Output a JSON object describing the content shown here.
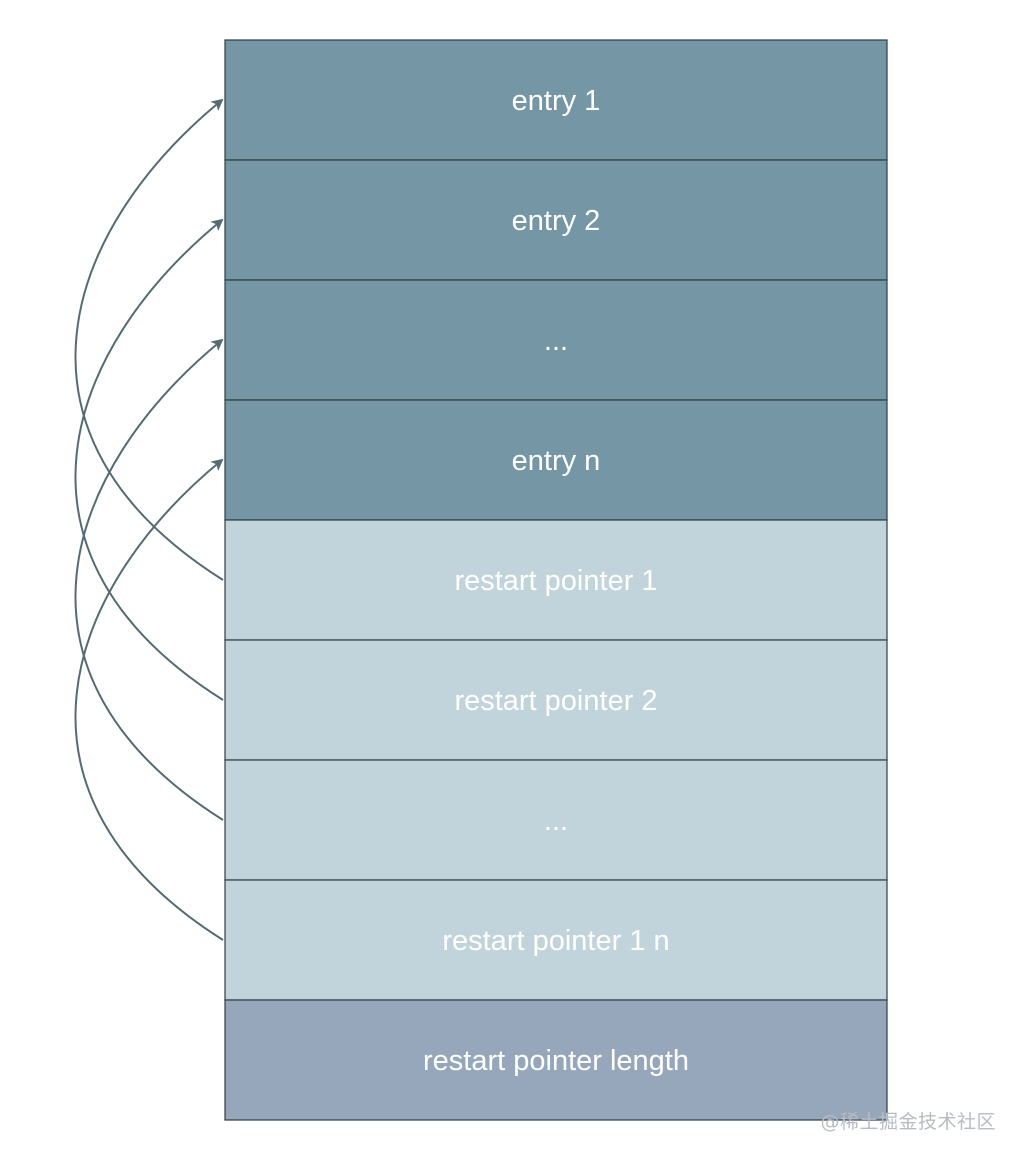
{
  "blocks": [
    {
      "label": "entry 1",
      "kind": "entry"
    },
    {
      "label": "entry 2",
      "kind": "entry"
    },
    {
      "label": "...",
      "kind": "entry"
    },
    {
      "label": "entry n",
      "kind": "entry"
    },
    {
      "label": "restart pointer 1",
      "kind": "restart"
    },
    {
      "label": "restart pointer 2",
      "kind": "restart"
    },
    {
      "label": "...",
      "kind": "restart"
    },
    {
      "label": "restart pointer 1 n",
      "kind": "restart"
    },
    {
      "label": "restart pointer length",
      "kind": "length"
    }
  ],
  "colors": {
    "entry": "#7496a5",
    "restart": "#c2d4db",
    "length": "#97a7bb",
    "border": "#2f3c44",
    "arrow": "#556b74"
  },
  "links": [
    {
      "from": 4,
      "to": 0
    },
    {
      "from": 5,
      "to": 1
    },
    {
      "from": 6,
      "to": 2
    },
    {
      "from": 7,
      "to": 3
    }
  ],
  "watermark": "@稀土掘金技术社区"
}
